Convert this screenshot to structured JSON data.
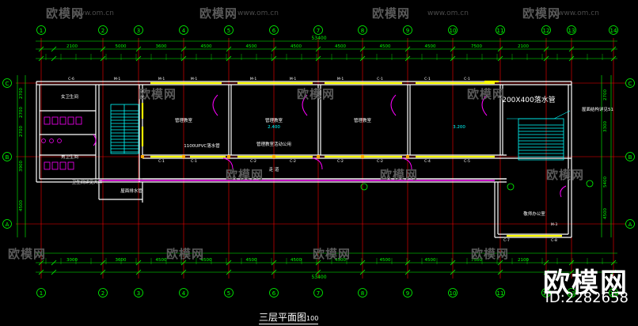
{
  "drawing": {
    "title": "三层平面图",
    "scale": "100",
    "total_dimension": "53400",
    "col_labels": [
      "1",
      "2",
      "3",
      "4",
      "5",
      "6",
      "7",
      "8",
      "9",
      "10",
      "11",
      "12",
      "13",
      "14"
    ],
    "row_labels": [
      "C",
      "B",
      "A"
    ],
    "top_spans": [
      "2100",
      "5000",
      "3600",
      "4500",
      "4500",
      "4500",
      "4500",
      "4500",
      "4500",
      "7500",
      "2100"
    ],
    "bottom_spans": [
      "3000",
      "3600",
      "4500",
      "4500",
      "4500",
      "4500",
      "4500",
      "4500",
      "4500",
      "7500",
      "2100"
    ],
    "left_dims": [
      "2700",
      "2700",
      "2700",
      "3900",
      "4500"
    ],
    "right_dims": [
      "2700",
      "3300",
      "5400",
      "4500"
    ],
    "rooms": [
      {
        "name": "管理教室"
      },
      {
        "name": "管理教室"
      },
      {
        "name": "管理教室"
      },
      {
        "name": "管理教室活动公用"
      },
      {
        "name": "走 道"
      },
      {
        "name": "敬师办公室"
      },
      {
        "name": "女卫生间"
      },
      {
        "name": "男卫生间"
      },
      {
        "name": "2.400"
      },
      {
        "name": "3.200"
      }
    ],
    "notes": [
      {
        "text": "1100UPVC落水管"
      },
      {
        "text": "200X400落水管"
      },
      {
        "text": "屋面结构详见51"
      },
      {
        "text": "屋面排水管"
      },
      {
        "text": "卫生间详见大样"
      }
    ],
    "doors": [
      "M-1",
      "M-1",
      "M-1",
      "M-1",
      "M-1",
      "M-1",
      "C-1",
      "C-1",
      "C-1",
      "C-1",
      "C-1",
      "C-2",
      "C-2",
      "C-2",
      "C-2",
      "C-4",
      "C-5",
      "C-6",
      "C-7",
      "C-8",
      "M-3"
    ]
  },
  "watermarks": {
    "brand": "欧模网",
    "url": "www.om.cn",
    "id": "ID:2282658"
  },
  "colors": {
    "background": "#000000",
    "dim_lines": "#00ff00",
    "axis_lines": "#ff0000",
    "walls": "#ffffff",
    "windows": "#ffff00",
    "doors": "#ff00ff",
    "stairs": "#00ffff"
  }
}
